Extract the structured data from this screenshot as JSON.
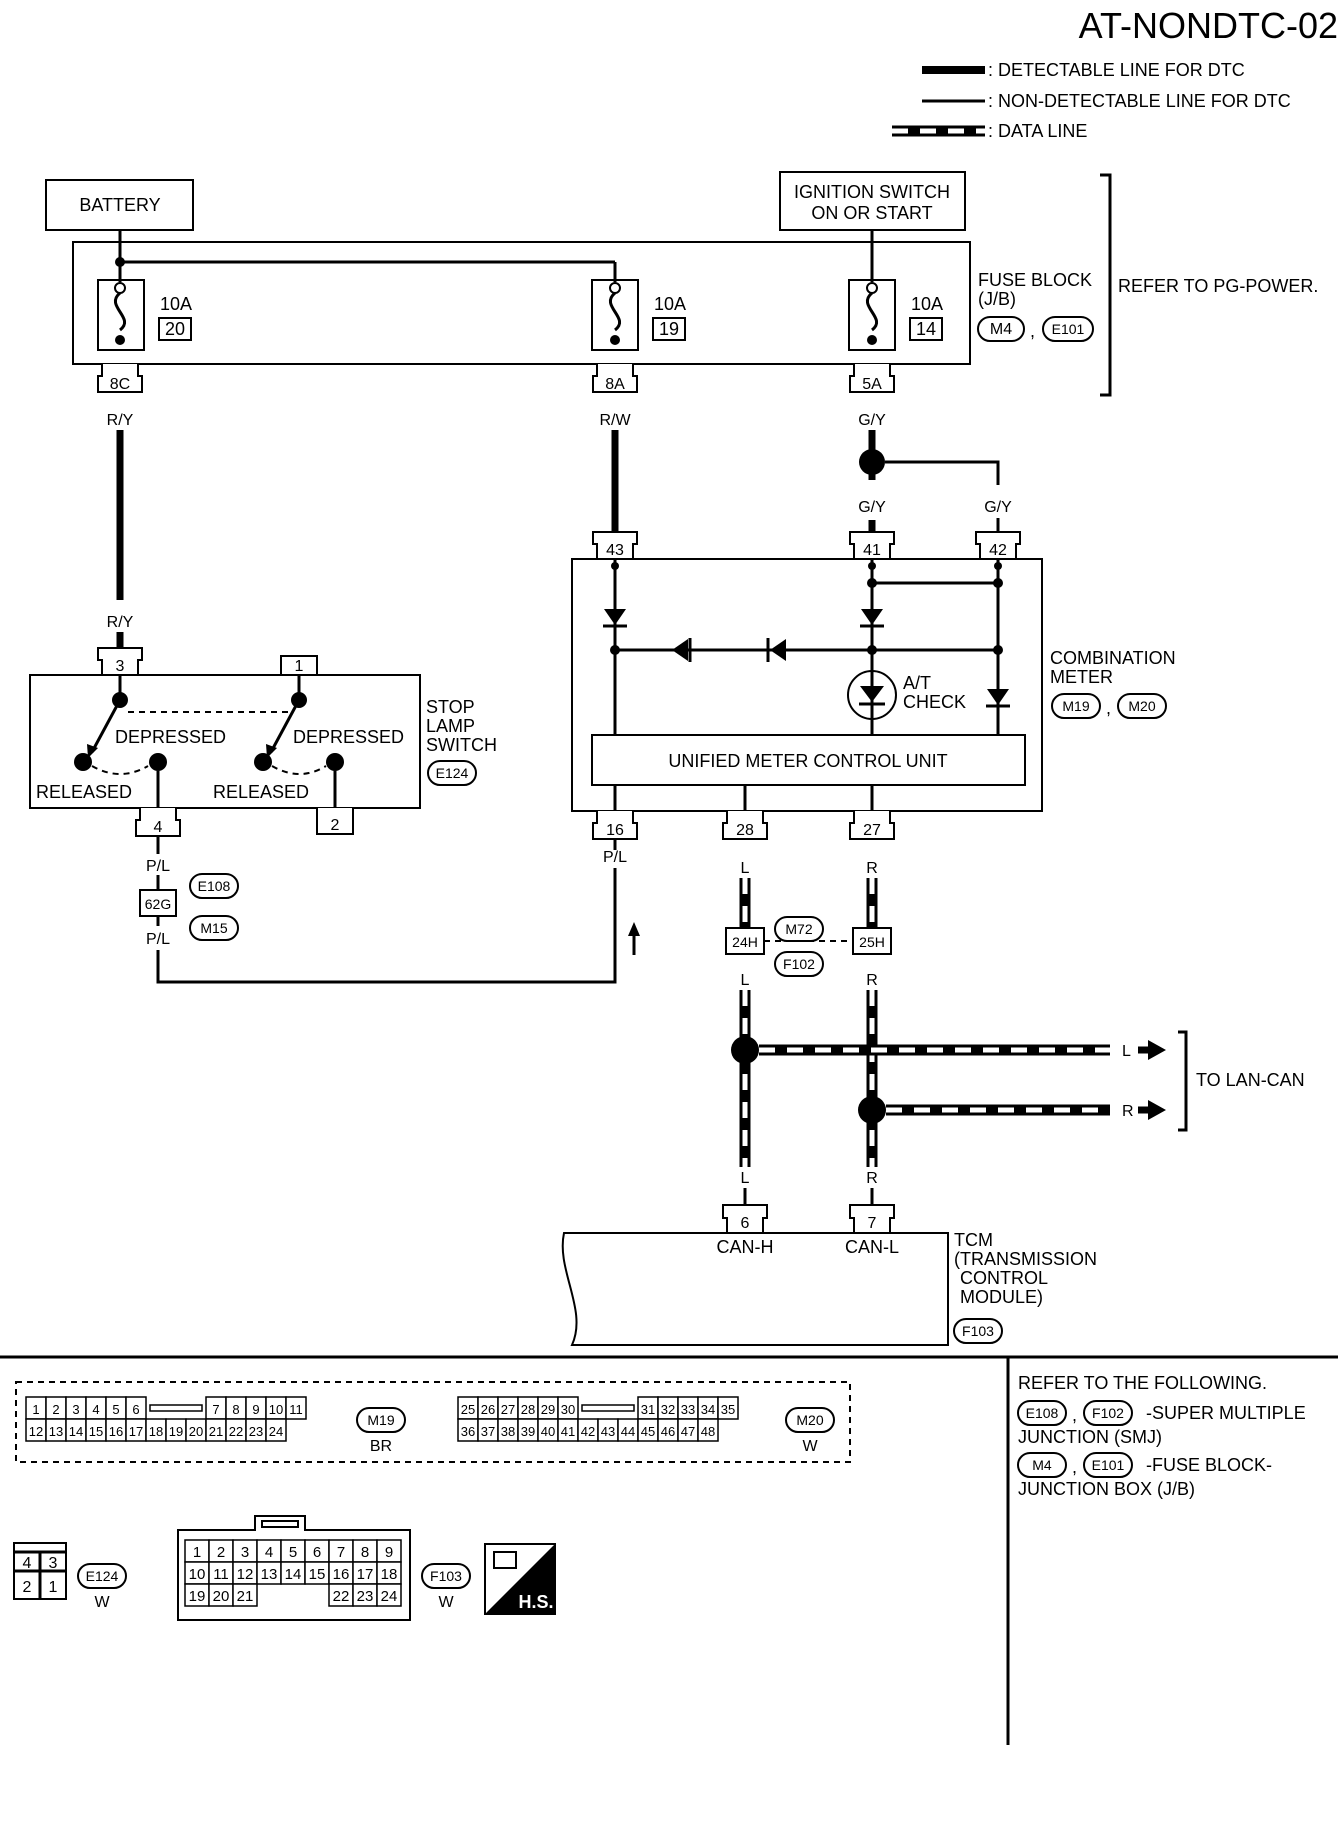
{
  "title": "AT-NONDTC-02",
  "legend": {
    "detectable": ": DETECTABLE LINE FOR DTC",
    "non_detectable": ": NON-DETECTABLE LINE FOR DTC",
    "data_line": ": DATA LINE"
  },
  "sources": {
    "battery": "BATTERY",
    "ignition_line1": "IGNITION SWITCH",
    "ignition_line2": "ON OR START"
  },
  "fuse_block": {
    "label_line1": "FUSE BLOCK",
    "label_line2": "(J/B)",
    "connectors": [
      "M4",
      "E101"
    ],
    "refer": "REFER TO PG-POWER.",
    "fuses": [
      {
        "amp": "10A",
        "number": "20",
        "terminal": "8C",
        "wire": "R/Y"
      },
      {
        "amp": "10A",
        "number": "19",
        "terminal": "8A",
        "wire": "R/W"
      },
      {
        "amp": "10A",
        "number": "14",
        "terminal": "5A",
        "wire": "G/Y"
      }
    ]
  },
  "stop_lamp_switch": {
    "label_lines": [
      "STOP",
      "LAMP",
      "SWITCH"
    ],
    "connector": "E124",
    "terminals": [
      "3",
      "1",
      "4",
      "2"
    ],
    "wire_in": "R/Y",
    "depressed": "DEPRESSED",
    "released": "RELEASED"
  },
  "combination_meter": {
    "label_lines": [
      "COMBINATION",
      "METER"
    ],
    "connectors": [
      "M19",
      "M20"
    ],
    "terminals_top": [
      "43",
      "41",
      "42"
    ],
    "terminals_bottom": [
      "16",
      "28",
      "27"
    ],
    "wires_top": [
      "G/Y",
      "G/Y"
    ],
    "unit": "UNIFIED METER CONTROL UNIT",
    "lamp_line1": "A/T",
    "lamp_line2": "CHECK"
  },
  "junction": {
    "wire_pl": "P/L",
    "conn_e108": "E108",
    "conn_m15": "M15",
    "terminal_62g": "62G",
    "conn_m72": "M72",
    "conn_f102": "F102",
    "terminal_24h": "24H",
    "terminal_25h": "25H",
    "wire_l": "L",
    "wire_r": "R"
  },
  "lan_can": {
    "label": "TO LAN-CAN",
    "l": "L",
    "r": "R"
  },
  "tcm": {
    "label_lines": [
      "TCM",
      "(TRANSMISSION",
      "CONTROL",
      "MODULE)"
    ],
    "connector": "F103",
    "terminals": [
      "6",
      "7"
    ],
    "pins": [
      "CAN-H",
      "CAN-L"
    ]
  },
  "refer_panel": {
    "heading": "REFER TO THE FOLLOWING.",
    "smj_conn": [
      "E108",
      "F102"
    ],
    "smj_text1": "-SUPER MULTIPLE",
    "smj_text2": "JUNCTION (SMJ)",
    "jb_conn": [
      "M4",
      "E101"
    ],
    "jb_text1": "-FUSE BLOCK-",
    "jb_text2": "JUNCTION BOX (J/B)"
  },
  "connector_views": {
    "m19": {
      "id": "M19",
      "color": "BR",
      "top": [
        "1",
        "2",
        "3",
        "4",
        "5",
        "6",
        "7",
        "8",
        "9",
        "10",
        "11"
      ],
      "bottom": [
        "12",
        "13",
        "14",
        "15",
        "16",
        "17",
        "18",
        "19",
        "20",
        "21",
        "22",
        "23",
        "24"
      ]
    },
    "m20": {
      "id": "M20",
      "color": "W",
      "top": [
        "25",
        "26",
        "27",
        "28",
        "29",
        "30",
        "31",
        "32",
        "33",
        "34",
        "35"
      ],
      "bottom": [
        "36",
        "37",
        "38",
        "39",
        "40",
        "41",
        "42",
        "43",
        "44",
        "45",
        "46",
        "47",
        "48"
      ]
    },
    "e124": {
      "id": "E124",
      "color": "W",
      "cells": [
        "4",
        "3",
        "2",
        "1"
      ]
    },
    "f103": {
      "id": "F103",
      "color": "W",
      "rows": [
        [
          "1",
          "2",
          "3",
          "4",
          "5",
          "6",
          "7",
          "8",
          "9"
        ],
        [
          "10",
          "11",
          "12",
          "13",
          "14",
          "15",
          "16",
          "17",
          "18"
        ],
        [
          "19",
          "20",
          "21",
          "22",
          "23",
          "24"
        ]
      ]
    },
    "hs": "H.S."
  }
}
